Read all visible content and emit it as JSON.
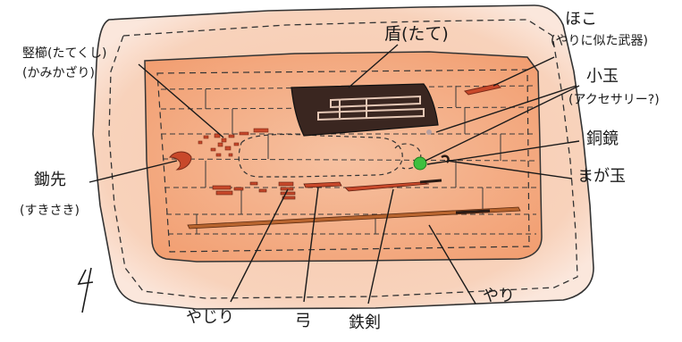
{
  "labels": {
    "tate": "盾(たて)",
    "hoko": "ほこ",
    "hoko_sub": "(やりに似た武器)",
    "tategushi": "竪櫛(たてくし)",
    "tategushi_sub": "(かみかざり)",
    "kodama": "小玉",
    "kodama_sub": "(アクセサリー?)",
    "dokyo": "銅鏡",
    "magatama": "まが玉",
    "sukisaki": "鋤先",
    "sukisaki_sub": "(すきさき)",
    "yajiri": "やじり",
    "yumi": "弓",
    "tekken": "鉄剣",
    "yari": "やり"
  },
  "colors": {
    "ground": "#f6c3a3",
    "pit_rim": "#f4a478",
    "pit_floor": "#f3b692",
    "outline": "#2a2a2a",
    "shield": "#3a2620",
    "rust": "#c8482a",
    "wood": "#b9652f",
    "jade": "#3fbf3f"
  },
  "icons": [
    "north-arrow-icon"
  ]
}
